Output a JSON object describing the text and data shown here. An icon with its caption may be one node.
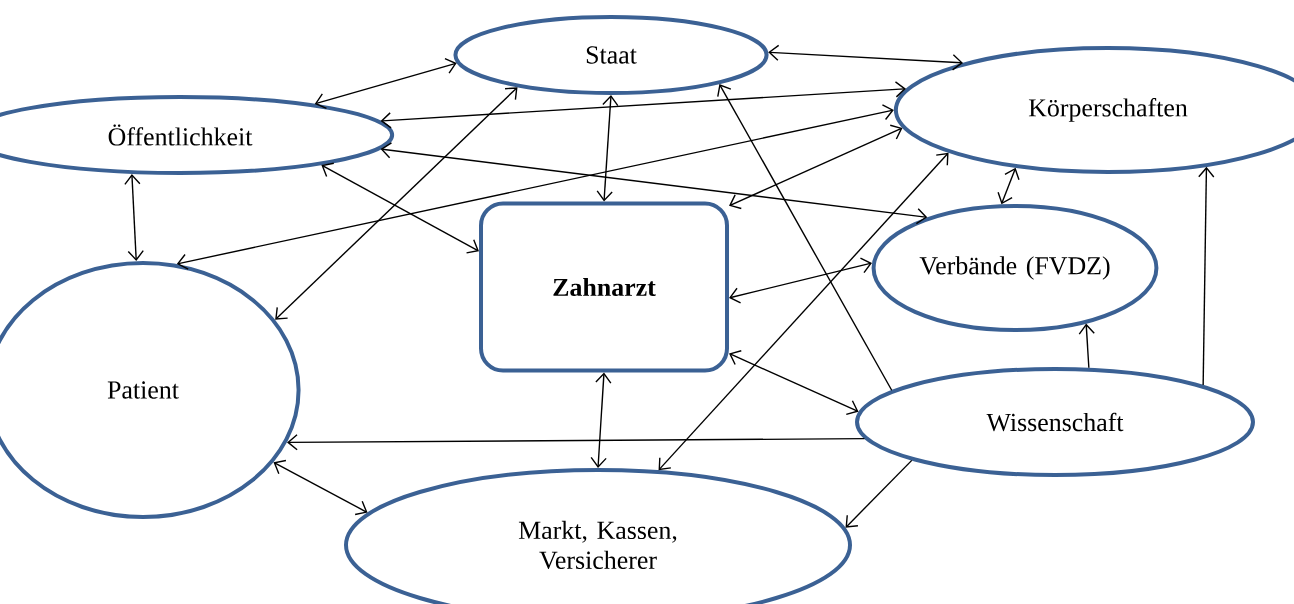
{
  "diagram": {
    "nodes": [
      {
        "text": [
          "Staat"
        ]
      },
      {
        "text": [
          "Öffentlichkeit"
        ]
      },
      {
        "text": [
          "Körperschaften"
        ]
      },
      {
        "text": [
          "Zahnarzt"
        ]
      },
      {
        "text": [
          "Verbände (FVDZ)"
        ]
      },
      {
        "text": [
          "Patient"
        ]
      },
      {
        "text": [
          "Wissenschaft"
        ]
      },
      {
        "text": [
          "Markt, Kassen, Versicherer"
        ]
      }
    ],
    "edges": [
      {
        "from": 0,
        "to": 1,
        "arrow": "both"
      },
      {
        "from": 0,
        "to": 2,
        "arrow": "both"
      },
      {
        "from": 2,
        "to": 1,
        "arrow": "both"
      },
      {
        "from": 2,
        "to": 5,
        "arrow": "both"
      },
      {
        "from": 2,
        "to": 3,
        "arrow": "both"
      },
      {
        "from": 1,
        "to": 4,
        "arrow": "both"
      },
      {
        "from": 1,
        "to": 3,
        "arrow": "both"
      },
      {
        "from": 1,
        "to": 5,
        "arrow": "both"
      },
      {
        "from": 0,
        "to": 5,
        "arrow": "both"
      },
      {
        "from": 0,
        "to": 3,
        "arrow": "both"
      },
      {
        "from": 6,
        "to": 0,
        "arrow": "to"
      },
      {
        "from": 2,
        "to": 4,
        "arrow": "both"
      },
      {
        "from": 7,
        "to": 2,
        "arrow": "both"
      },
      {
        "from": 3,
        "to": 4,
        "arrow": "both"
      },
      {
        "from": 6,
        "to": 4,
        "arrow": "to"
      },
      {
        "from": 6,
        "to": 2,
        "arrow": "to"
      },
      {
        "from": 3,
        "to": 6,
        "arrow": "both"
      },
      {
        "from": 6,
        "to": 5,
        "arrow": "to"
      },
      {
        "from": 3,
        "to": 7,
        "arrow": "both"
      },
      {
        "from": 5,
        "to": 7,
        "arrow": "both"
      },
      {
        "from": 6,
        "to": 7,
        "arrow": "to"
      }
    ]
  }
}
